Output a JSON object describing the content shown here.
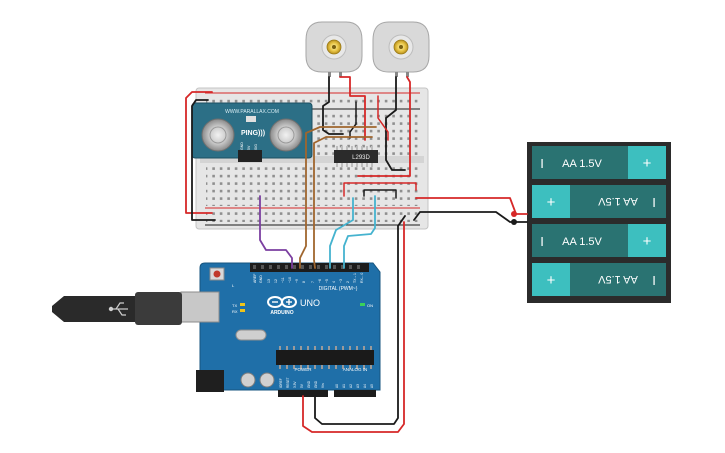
{
  "colors": {
    "arduino_blue": "#1f6fa8",
    "sensor_teal": "#2c6f86",
    "battery_body": "#2a7372",
    "battery_cap": "#3dbfbf",
    "wire_red": "#d62828",
    "wire_black": "#1a1a1a",
    "wire_brown": "#a0662e",
    "wire_purple": "#7b3fa0",
    "wire_cyan": "#45b3cf"
  },
  "sensor": {
    "brand": "WWW.PARALLAX.COM",
    "model": "PING)))",
    "pins": [
      "GND",
      "5V",
      "SIG"
    ]
  },
  "chip": {
    "label": "L293D"
  },
  "arduino": {
    "brand": "ARDUINO",
    "model": "UNO",
    "digital_label": "DIGITAL (PWM~)",
    "power_label": "POWER",
    "analog_label": "ANALOG IN",
    "aref_label": "AREF",
    "gnd_label": "GND",
    "tx_label": "TX",
    "rx_label": "RX",
    "l_label": "L",
    "on_label": "ON",
    "power_pins": [
      "IOREF",
      "RESET",
      "3.3V",
      "5V",
      "GND",
      "GND",
      "Vin"
    ],
    "analog_pins": [
      "A0",
      "A1",
      "A2",
      "A3",
      "A4",
      "A5"
    ],
    "digital_pins": [
      "13",
      "12",
      "~11",
      "~10",
      "~9",
      "8",
      "7",
      "~6",
      "~5",
      "4",
      "~3",
      "2",
      "TX→1",
      "RX←0"
    ]
  },
  "batteries": [
    {
      "label": "AA 1.5V",
      "orientation": "normal"
    },
    {
      "label": "AA 1.5V",
      "orientation": "flipped"
    },
    {
      "label": "AA 1.5V",
      "orientation": "normal"
    },
    {
      "label": "AA 1.5V",
      "orientation": "flipped"
    }
  ],
  "battery_signs": {
    "plus": "+",
    "minus": "I"
  }
}
